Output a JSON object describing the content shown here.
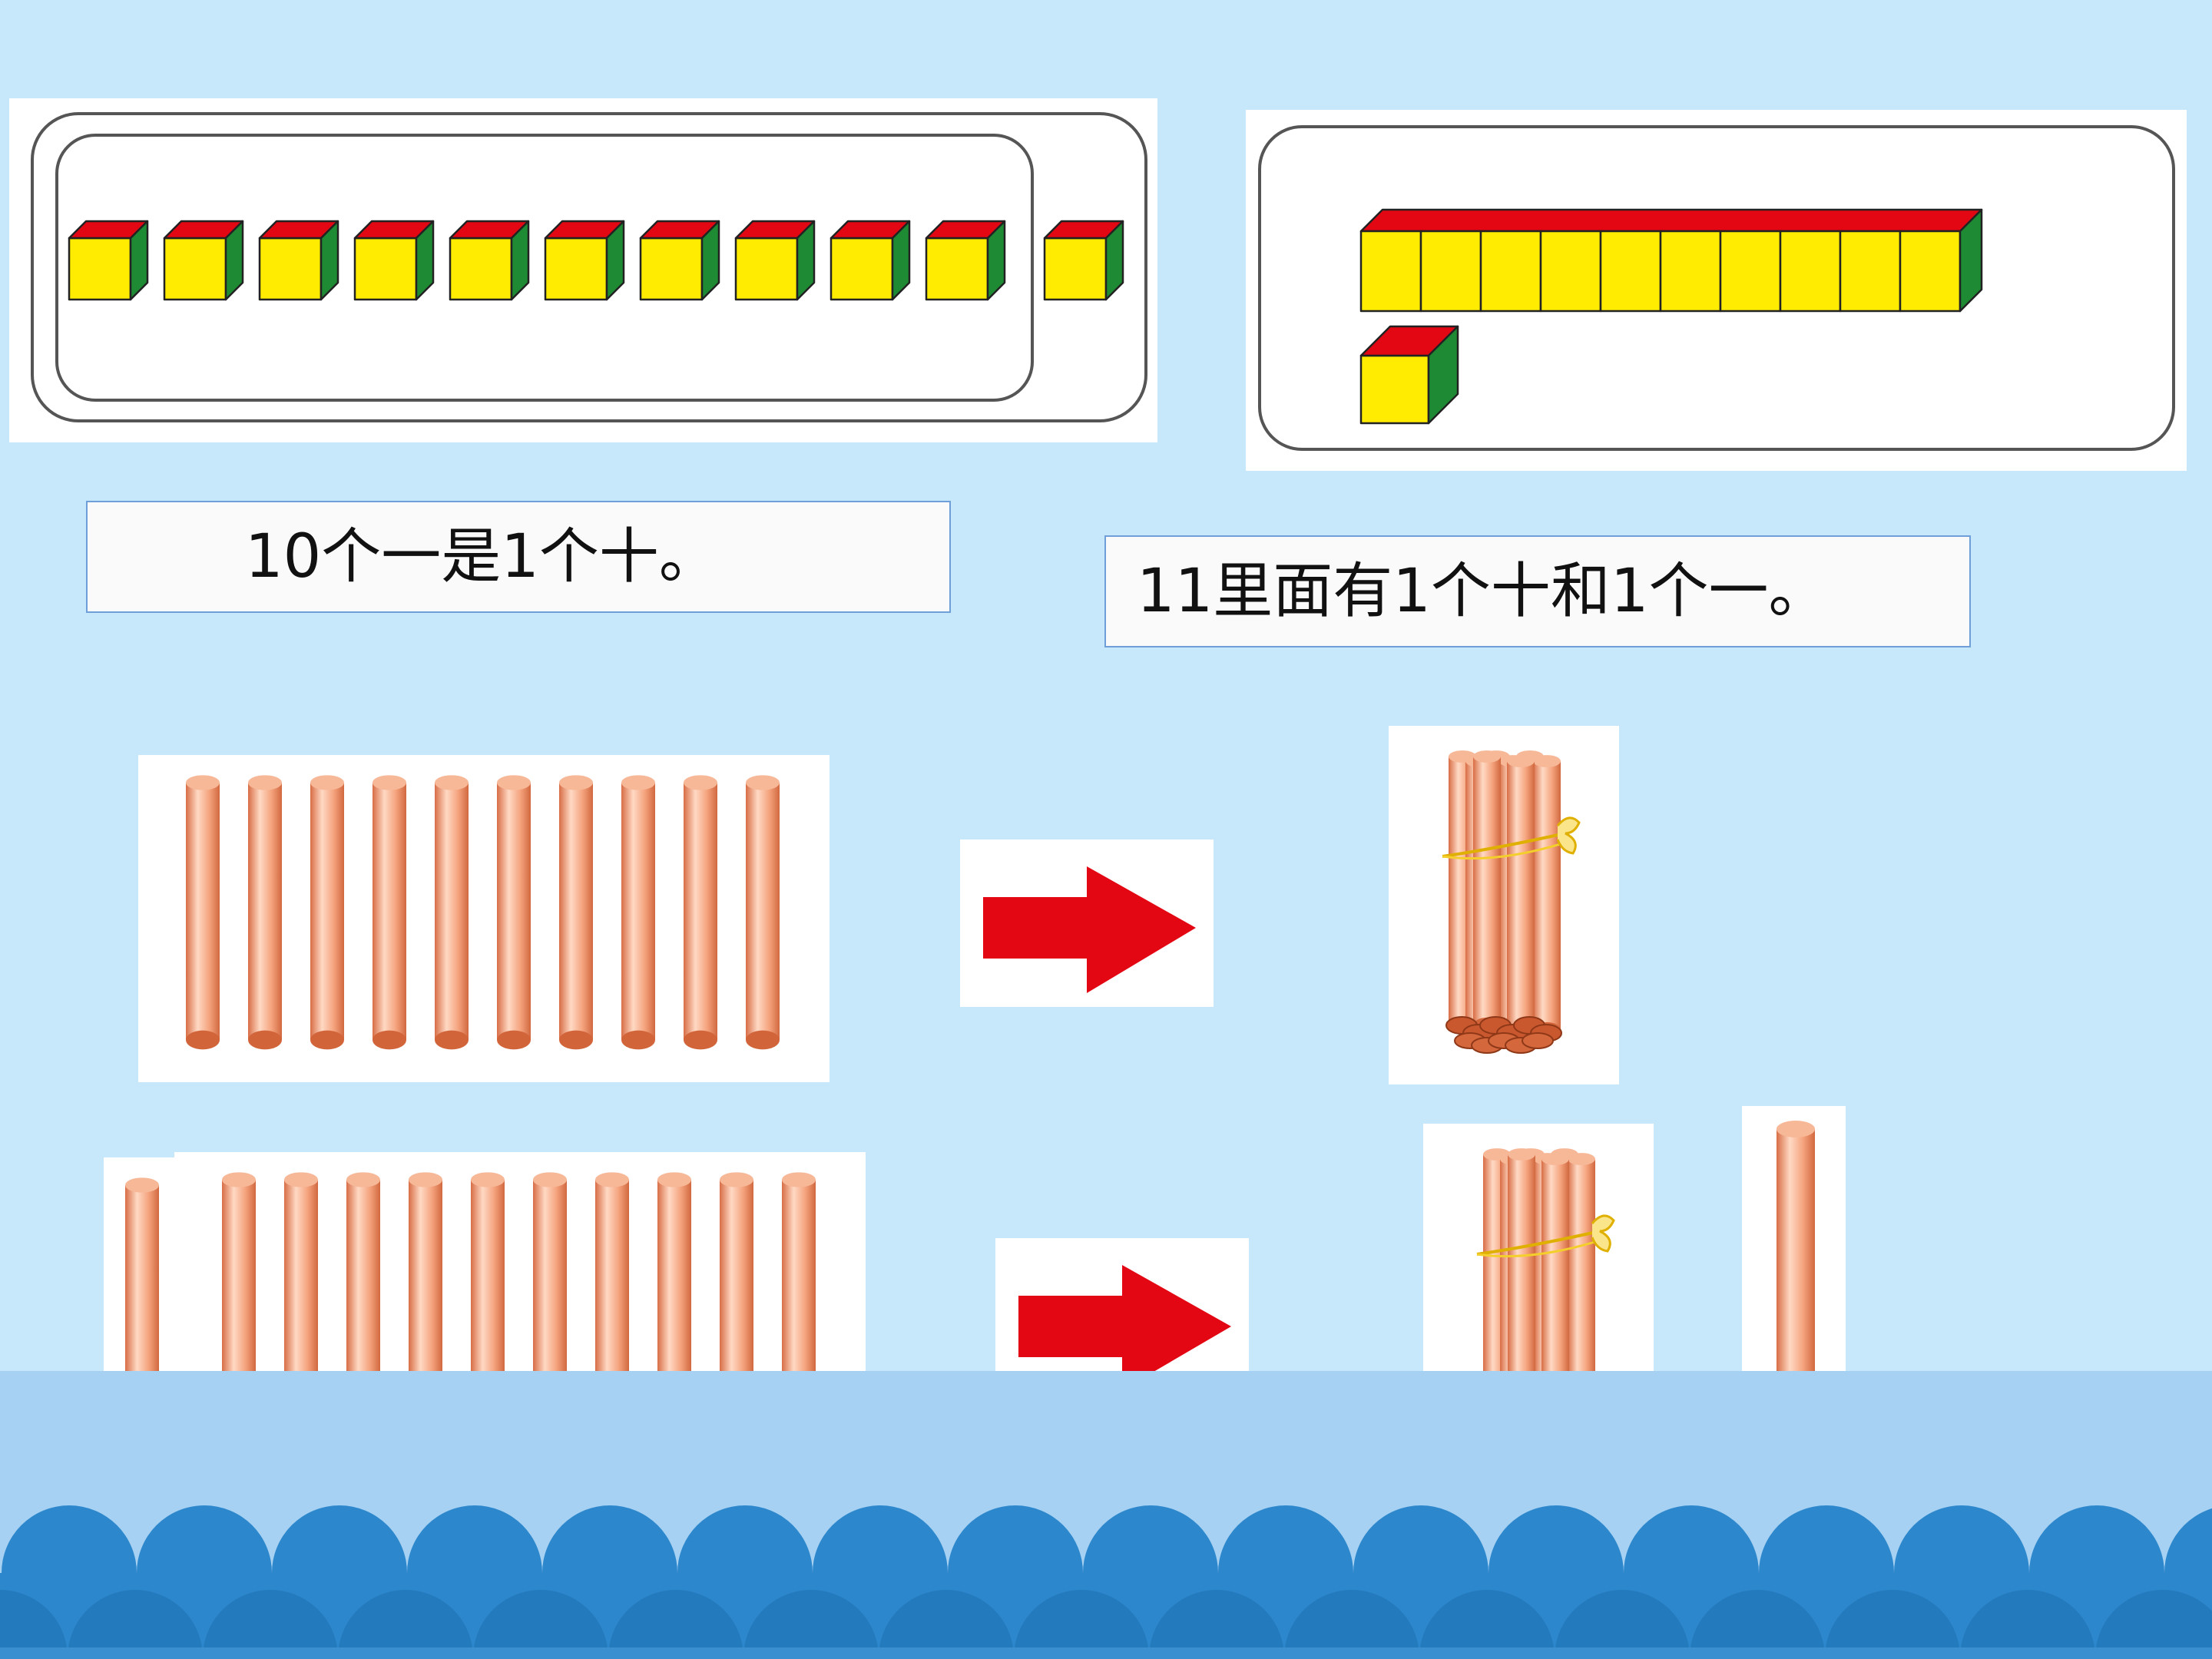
{
  "captions": {
    "ten_ones": "10个一是1个十。",
    "eleven": "11里面有1个十和1个一。"
  },
  "models": {
    "row_cubes_count": 11,
    "ten_rod_units": 10,
    "single_cube_count": 1,
    "loose_sticks_top": 10,
    "loose_sticks_bottom": 11,
    "bundle_sticks": 10,
    "single_stick_count": 1
  },
  "colors": {
    "background": "#c7e7fb",
    "water": "#a6d1f2",
    "wave_dark": "#2d87cc",
    "cube_top": "#e30613",
    "cube_front": "#ffec00",
    "cube_side": "#1f8a34",
    "stick": "#f4a27c",
    "arrow": "#e30613"
  },
  "icons": [
    "cube-icon",
    "ten-rod-icon",
    "stick-icon",
    "bundle-icon",
    "right-arrow-icon"
  ]
}
